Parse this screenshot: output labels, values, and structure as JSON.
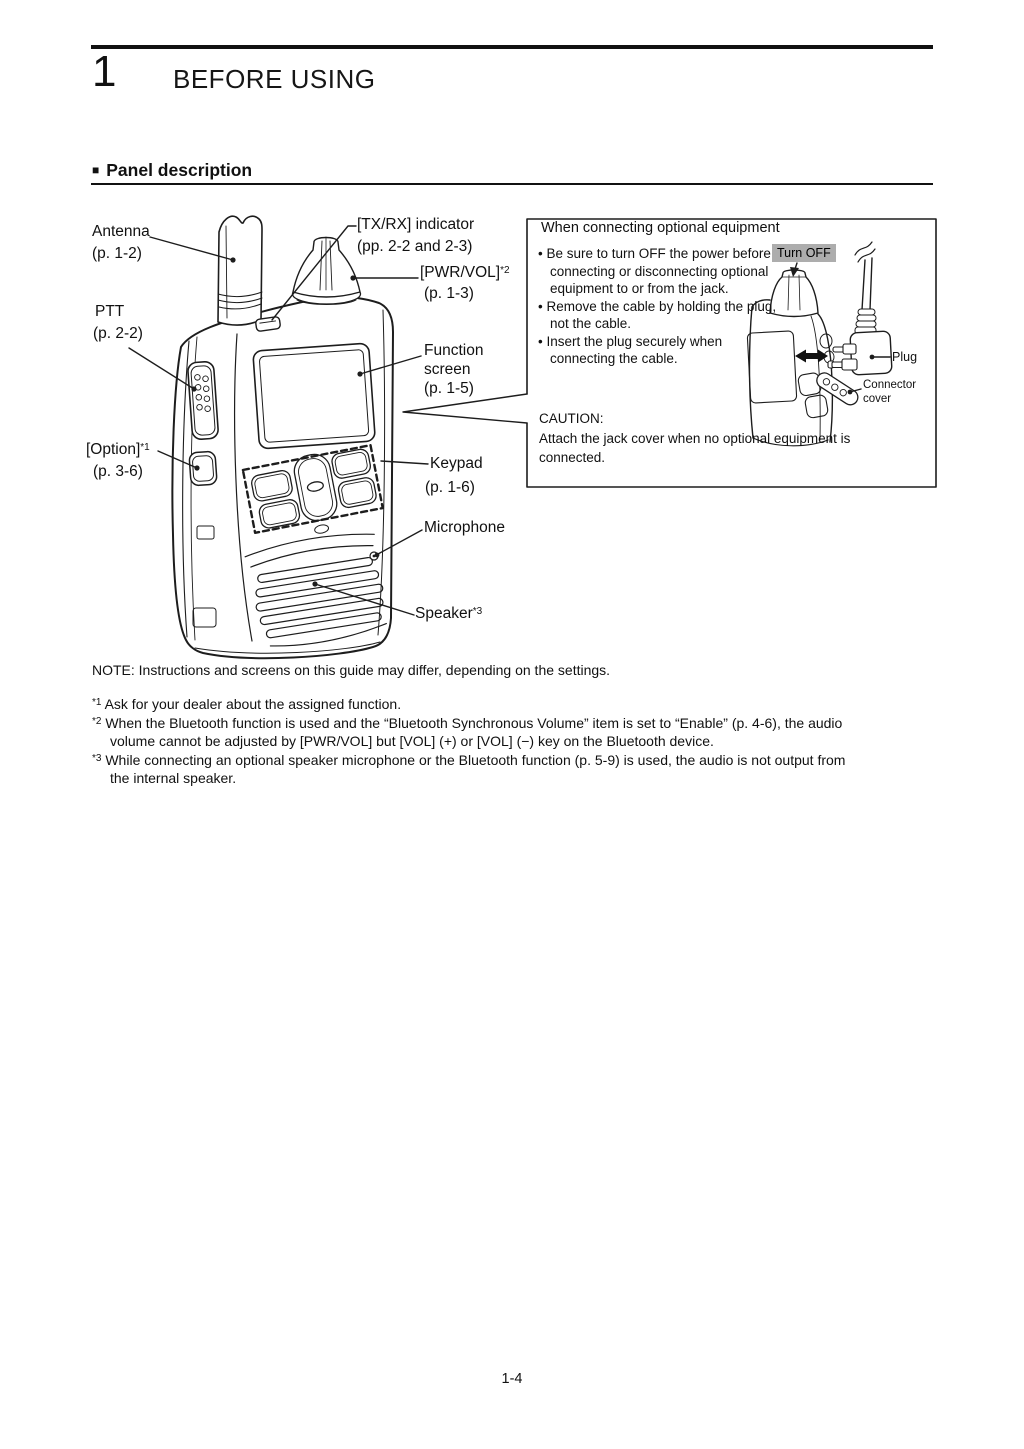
{
  "page": {
    "chapter_number": "1",
    "chapter_title": "BEFORE USING",
    "section_marker": "■",
    "section_title": "Panel description",
    "note": "NOTE: Instructions and screens on this guide may differ, depending on the settings.",
    "page_number": "1-4"
  },
  "diagram_labels": {
    "antenna": {
      "l1": "Antenna",
      "l2": "(p. 1-2)"
    },
    "ptt": {
      "l1": "PTT",
      "l2": "(p. 2-2)"
    },
    "option": {
      "l1": "[Option]",
      "sup": "*1",
      "l2": "(p. 3-6)"
    },
    "txrx": {
      "l1": "[TX/RX] indicator",
      "l2": "(pp. 2-2 and 2-3)"
    },
    "pwrvol": {
      "l1": "[PWR/VOL]",
      "sup": "*2",
      "l2": "(p. 1-3)"
    },
    "function_screen": {
      "l1": "Function",
      "l2": "screen",
      "l3": "(p. 1-5)"
    },
    "keypad": {
      "l1": "Keypad",
      "l2": "(p. 1-6)"
    },
    "microphone": {
      "l1": "Microphone"
    },
    "speaker": {
      "l1": "Speaker",
      "sup": "*3"
    }
  },
  "info_box": {
    "title": "When connecting optional equipment",
    "bullet_char": "•",
    "bullets": [
      [
        "Be sure to turn OFF the power",
        "before connecting or disconnecting",
        "optional equipment to or from the",
        "jack."
      ],
      [
        "Remove the cable by holding the",
        "plug, not the cable."
      ],
      [
        "Insert the plug securely when",
        "connecting the cable."
      ]
    ],
    "caution_title": "CAUTION:",
    "caution_lines": [
      "Attach the jack cover when no optional equipment is",
      "connected."
    ],
    "turn_off_label": "Turn OFF",
    "plug_label": "Plug",
    "connector_cover_l1": "Connector",
    "connector_cover_l2": "cover",
    "highlight_color": "#adadad"
  },
  "footnotes": [
    {
      "marker": "*1",
      "lines": [
        "Ask for your dealer about the assigned function."
      ]
    },
    {
      "marker": "*2",
      "lines": [
        "When the Bluetooth function is used and the “Bluetooth Synchronous Volume” item is set to “Enable” (p. 4-6), the audio",
        "volume cannot be adjusted by [PWR/VOL] but [VOL] (+) or [VOL] (−) key on the Bluetooth device."
      ]
    },
    {
      "marker": "*3",
      "lines": [
        "While connecting an optional speaker microphone or the Bluetooth function (p. 5-9) is used, the audio is not output from",
        "the internal speaker."
      ]
    }
  ]
}
